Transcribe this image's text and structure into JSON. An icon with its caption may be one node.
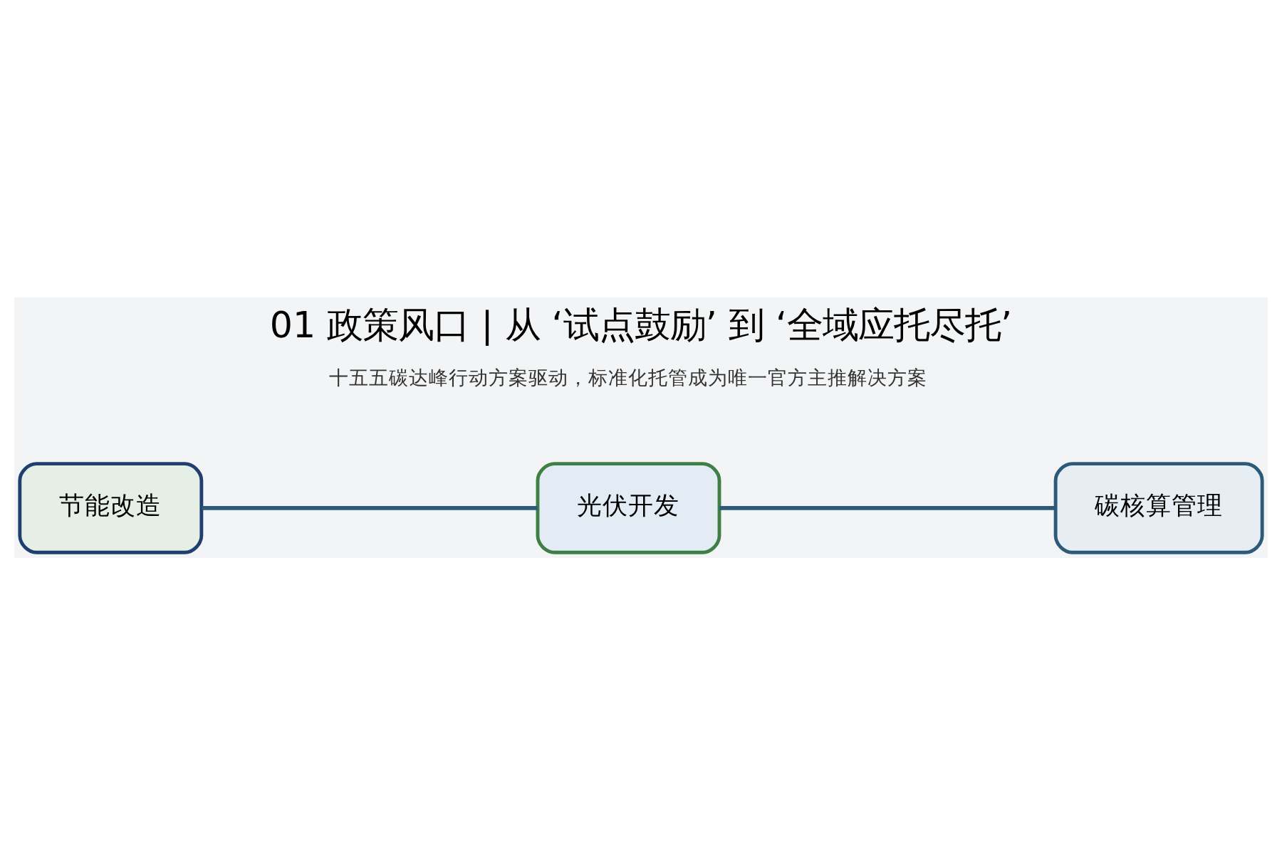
{
  "diagram": {
    "title": "01 政策风口 | 从 ‘试点鼓励’ 到 ‘全域应托尽托’",
    "nodes": [
      {
        "text": [
          "节能改造"
        ]
      },
      {
        "text": [
          "光伏开发"
        ]
      },
      {
        "text": [
          "碳核算管理"
        ]
      }
    ],
    "edges": [
      {
        "from": 0,
        "to": 1,
        "arrow": "none"
      },
      {
        "from": 1,
        "to": 2,
        "arrow": "none"
      }
    ],
    "labels": [
      "十五五碳达峰行动方案驱动，标准化托管成为唯一官方主推解决方案"
    ]
  }
}
